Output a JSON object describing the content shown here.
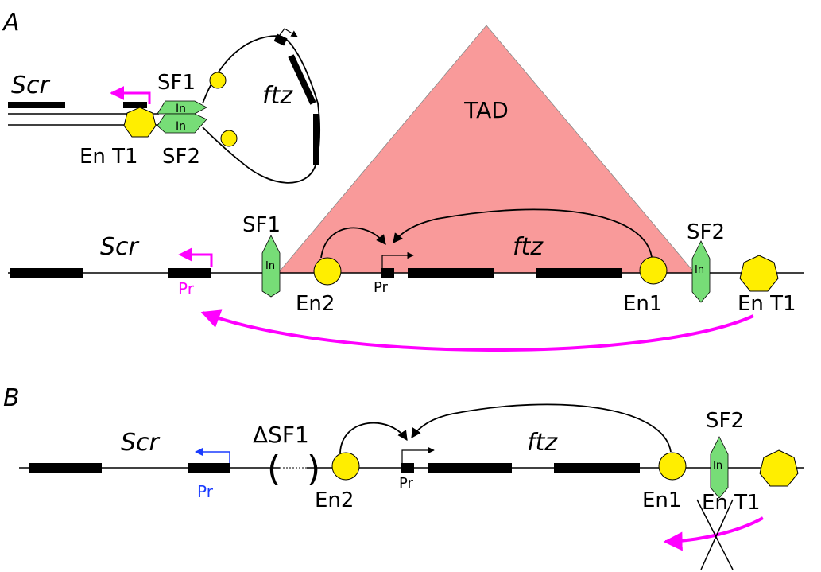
{
  "panel_a": {
    "label": "A",
    "loop_inset": {
      "gene_scr": "Scr",
      "gene_ftz": "ftz",
      "insulator_sf1": "SF1",
      "insulator_sf2": "SF2",
      "insulator_core_label": "In",
      "enhancer_ent1": "En T1"
    },
    "tad_label": "TAD",
    "gene_scr": "Scr",
    "gene_ftz": "ftz",
    "insulator_sf1": "SF1",
    "insulator_sf2": "SF2",
    "insulator_core_label": "In",
    "promoter_scr": "Pr",
    "promoter_ftz": "Pr",
    "enhancer_en2": "En2",
    "enhancer_en1": "En1",
    "enhancer_ent1": "En T1"
  },
  "panel_b": {
    "label": "B",
    "gene_scr": "Scr",
    "gene_ftz": "ftz",
    "deleted_sf1": "ΔSF1",
    "deleted_paren_open": "(",
    "deleted_paren_close": ")",
    "insulator_sf2": "SF2",
    "insulator_core_label": "In",
    "promoter_scr": "Pr",
    "promoter_ftz": "Pr",
    "enhancer_en2": "En2",
    "enhancer_en1": "En1",
    "enhancer_ent1": "En T1"
  },
  "colors": {
    "magenta": "#ff00ff",
    "blue": "#1a3cff",
    "tad_fill": "#f99a9a",
    "enhancer_yellow": "#ffee00",
    "insulator_green": "#77dd77",
    "gene_black": "#000000"
  }
}
